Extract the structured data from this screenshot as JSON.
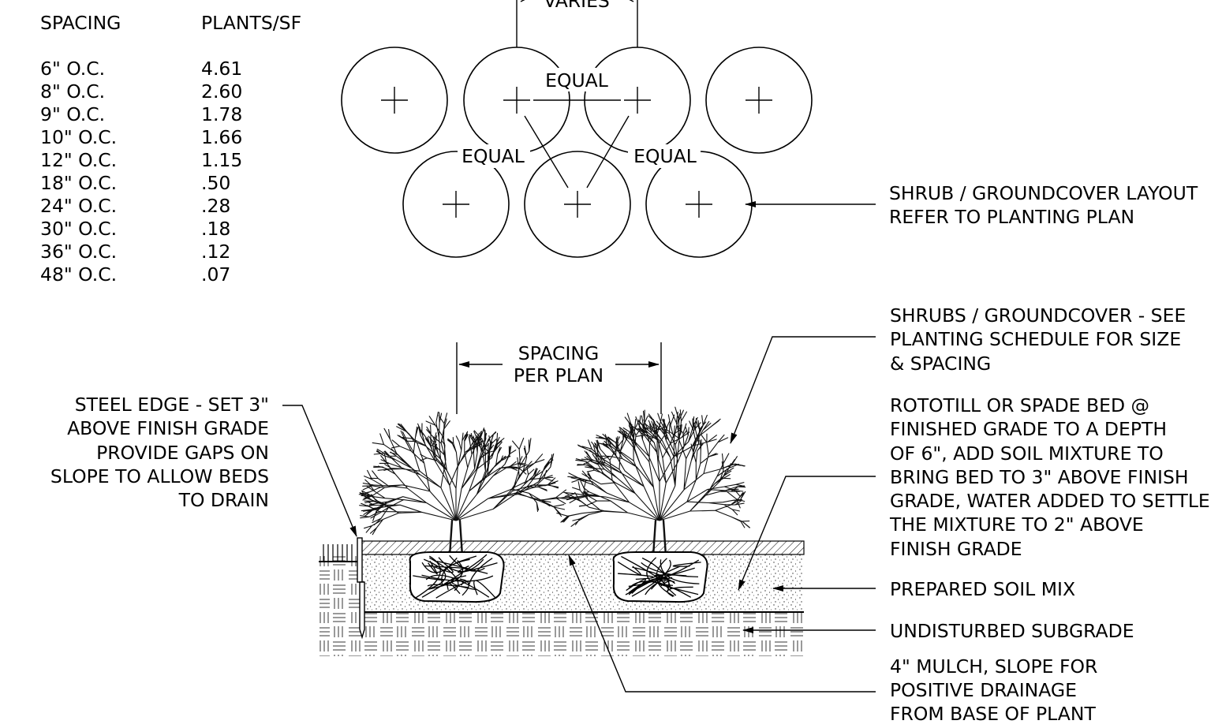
{
  "schedule": {
    "headers": {
      "spacing": "SPACING",
      "plants_per_sf": "PLANTS/SF"
    },
    "rows": [
      {
        "spacing": "6\" O.C.",
        "plants": "4.61"
      },
      {
        "spacing": "8\" O.C.",
        "plants": "2.60"
      },
      {
        "spacing": "9\" O.C.",
        "plants": "1.78"
      },
      {
        "spacing": "10\" O.C.",
        "plants": "1.66"
      },
      {
        "spacing": "12\" O.C.",
        "plants": "1.15"
      },
      {
        "spacing": "18\" O.C.",
        "plants": ".50"
      },
      {
        "spacing": "24\" O.C.",
        "plants": ".28"
      },
      {
        "spacing": "30\" O.C.",
        "plants": ".18"
      },
      {
        "spacing": "36\" O.C.",
        "plants": ".12"
      },
      {
        "spacing": "48\" O.C.",
        "plants": ".07"
      }
    ]
  },
  "plan": {
    "varies": "VARIES",
    "equal": "EQUAL",
    "callout": [
      "SHRUB / GROUNDCOVER LAYOUT",
      "REFER TO PLANTING PLAN"
    ]
  },
  "section": {
    "spacing_dim": [
      "SPACING",
      "PER PLAN"
    ],
    "steel_edge": [
      "STEEL EDGE - SET 3\"",
      "ABOVE FINISH GRADE",
      "PROVIDE GAPS ON",
      "SLOPE TO ALLOW BEDS",
      "TO DRAIN"
    ],
    "shrubs": [
      "SHRUBS / GROUNDCOVER - SEE",
      "PLANTING SCHEDULE FOR SIZE",
      "& SPACING"
    ],
    "rototill": [
      "ROTOTILL OR SPADE BED @",
      "FINISHED GRADE TO A DEPTH",
      "OF 6\", ADD SOIL MIXTURE TO",
      "BRING BED TO 3\" ABOVE FINISH",
      "GRADE, WATER ADDED TO SETTLE",
      "THE MIXTURE TO 2\" ABOVE",
      "FINISH GRADE"
    ],
    "prepared_soil": "PREPARED SOIL MIX",
    "subgrade": "UNDISTURBED SUBGRADE",
    "mulch": [
      "4\" MULCH, SLOPE FOR",
      "POSITIVE DRAINAGE",
      "FROM BASE OF PLANT"
    ]
  }
}
